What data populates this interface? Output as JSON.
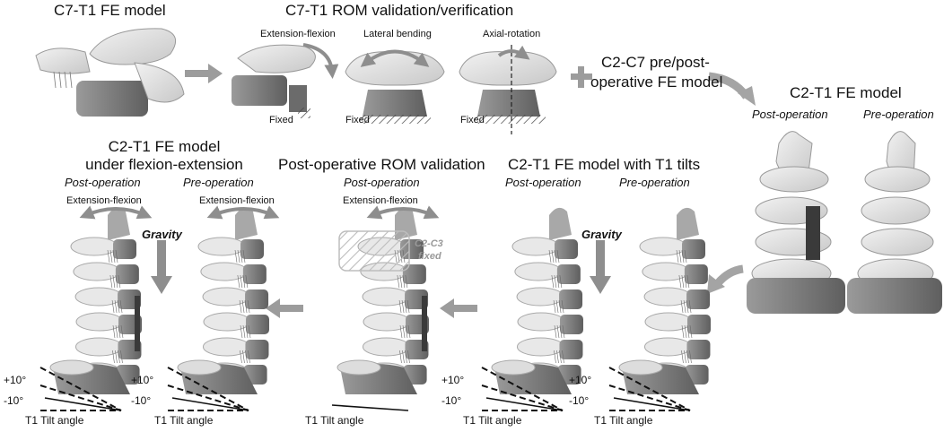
{
  "titles": {
    "c7t1_model": "C7-T1 FE model",
    "c7t1_rom": "C7-T1 ROM validation/verification",
    "c2c7_line1": "C2-C7 pre/post-",
    "c2c7_line2": "operative FE model",
    "c2t1_model": "C2-T1 FE model",
    "flexion_line1": "C2-T1 FE model",
    "flexion_line2": "under flexion-extension",
    "postop_rom": "Post-operative ROM validation",
    "t1_tilts": "C2-T1 FE model with T1 tilts"
  },
  "labels": {
    "extension_flexion": "Extension-flexion",
    "lateral_bending": "Lateral bending",
    "axial_rotation": "Axial-rotation",
    "fixed": "Fixed",
    "post_operation": "Post-operation",
    "pre_operation": "Pre-operation",
    "gravity": "Gravity",
    "c2c3_line1": "C2-C3",
    "c2c3_line2": "fixed",
    "plus10": "+10°",
    "minus10": "-10°",
    "t1_tilt_angle": "T1 Tilt angle"
  },
  "colors": {
    "bone_light": "#e4e4e4",
    "bone_dark": "#7d7d7d",
    "arrow_gray": "#9c9c9c",
    "plate_dark": "#3a3a3a"
  }
}
